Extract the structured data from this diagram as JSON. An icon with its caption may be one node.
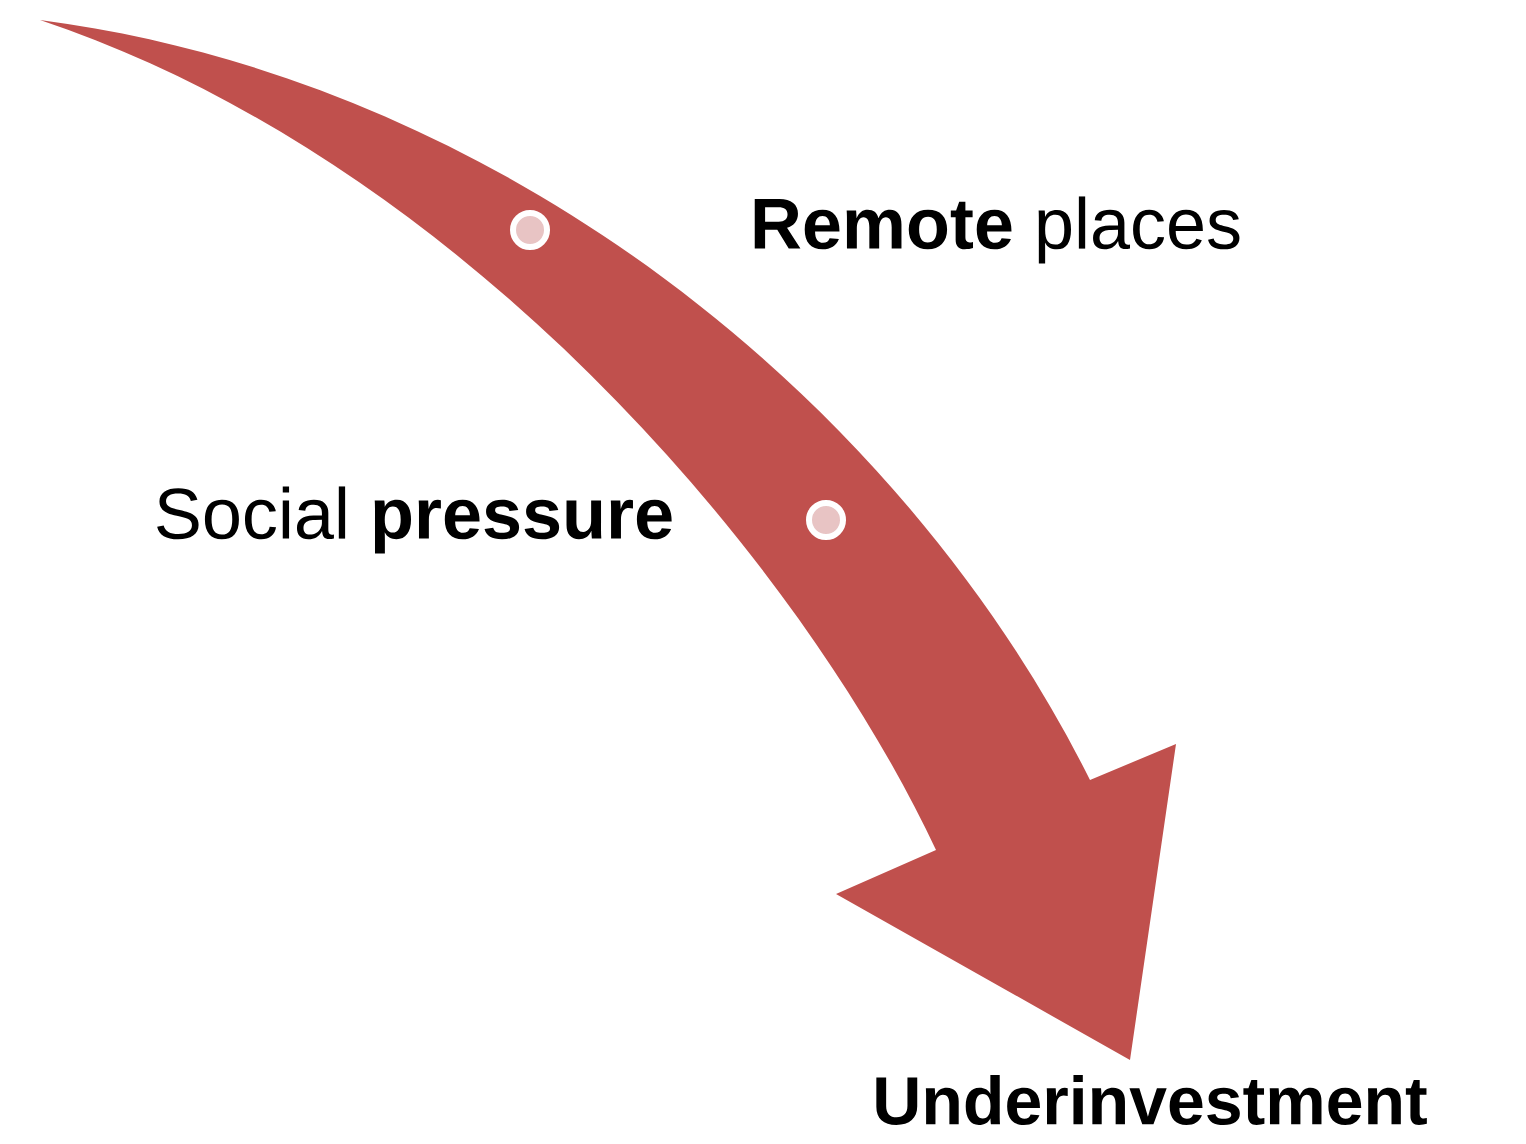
{
  "diagram": {
    "nodes": [
      {
        "text": [],
        "shape": "circle",
        "beside": [
          "**Remote** places"
        ]
      },
      {
        "text": [],
        "shape": "circle",
        "beside": [
          "Social **pressure**"
        ]
      },
      {
        "text": [
          "Underinvestment"
        ]
      }
    ],
    "edges": [
      {
        "from": null,
        "to": 2,
        "arrow": "to"
      }
    ]
  }
}
